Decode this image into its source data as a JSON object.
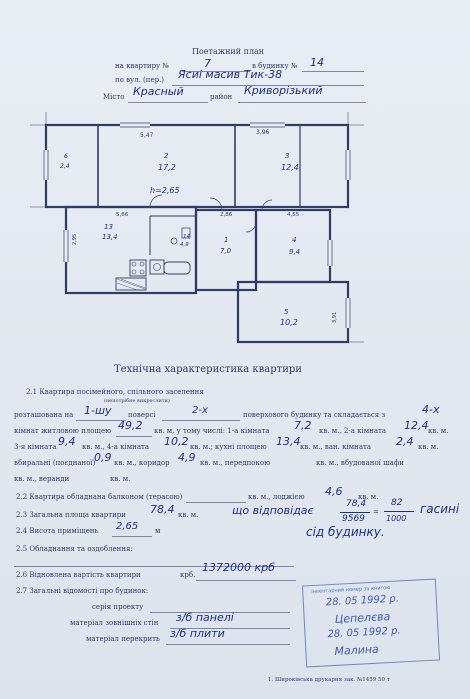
{
  "header": {
    "title": "Поетажний план",
    "apt_label": "на квартиру №",
    "apt_no": "7",
    "building_label": "в будинку №",
    "building_no": "14",
    "street_label": "по вул. (пер.)",
    "street_value": "Ясиі масив Тик-38",
    "city_label": "Місто",
    "city_value": "Красный",
    "district_label": "район",
    "district_value": "Криворізький"
  },
  "plan": {
    "rooms": [
      {
        "id": "1",
        "area": "7,0"
      },
      {
        "id": "2",
        "area": "17,2"
      },
      {
        "id": "3",
        "area": "12,4"
      },
      {
        "id": "4",
        "area": "9,4"
      },
      {
        "id": "5",
        "area": "10,2"
      },
      {
        "id": "6",
        "area": "2,4"
      },
      {
        "id": "13",
        "area": "13,4"
      },
      {
        "id": "14",
        "area": "4,9"
      }
    ],
    "dims": [
      "5,47",
      "3,96",
      "5,66",
      "2,86",
      "4,55",
      "2,95",
      "3,91"
    ],
    "ceiling_height": "h=2,65"
  },
  "tech": {
    "title": "Технічна характеристика квартири",
    "l21": "2.1 Квартира посімейного, спільного заселення",
    "l21_note": "(непотрібне викреслити)",
    "l_a1": "розташована на",
    "floor_value": "1-шу",
    "l_a2": "поверсі",
    "floors_total": "2-х",
    "l_a3": "поверхового будинку та складається з",
    "rooms_count": "4-х",
    "l_b1": "кімнат житловою площею",
    "living_area": "49,2",
    "l_b2": "кв. м, у тому числі: 1-а кімната",
    "r1_area": "7,2",
    "l_b3": "кв. м., 2-а кімната",
    "r2_area": "12,4",
    "l_b4": "кв. м.",
    "l_c1": "3-я кімната",
    "r3_area": "9,4",
    "l_c2": "кв. м., 4-а кімната",
    "r4_area": "10,2",
    "l_c3": "кв. м.; кухні площею",
    "kitchen_area": "13,4",
    "l_c4": "кв. м., ван. кімната",
    "bath_area": "2,4",
    "l_c5": "кв. м.",
    "l_d1": "вбиральні (поєднаної)",
    "wc_area": "0,9",
    "l_d2": "кв. м., коридор",
    "corridor_area": "4,9",
    "l_d3": "кв. м., передпокою",
    "l_d4": "кв. м., вбудованої шафи",
    "l_e1": "кв. м., веранди",
    "l_e2": "кв. м.",
    "l22": "2.2 Квартира обладнана балконом (терасою)",
    "l22_b": "кв. м., лоджією",
    "loggia_area": "4,6",
    "l22_c": "кв. м.",
    "l23": "2.3 Загальна площа квартири",
    "total_area": "78,4",
    "l23_b": "кв. м.",
    "hw_corresponds": "що відповідає",
    "fraction_1": "78,4",
    "fraction_2": "82",
    "fraction_3": "9569",
    "fraction_4": "1000",
    "hw_gasyni": "гасині",
    "l24": "2.4 Висота приміщень",
    "room_height": "2,65",
    "l24_b": "м",
    "hw_building": "сід будинку.",
    "l25": "2.5 Обладнання та оздоблення:",
    "l26": "2.6 Відновлена вартість квартири",
    "cost": "1372000 крб",
    "l26_b": "крб.",
    "l27": "2.7 Загальні відомості про будинок:",
    "l27_series": "серія проекту",
    "l27_walls": "матеріал зовнішніх стін",
    "walls_value": "з/б панелі",
    "l27_floors": "матеріал перекрить",
    "floors_value": "з/б плити"
  },
  "stamp": {
    "header": "Інвентарний номер за книгою",
    "date1": "28. 05 1992 р.",
    "name1": "Цепелєва",
    "date2": "28. 05 1992 р.",
    "name2": "Малина"
  },
  "footer": {
    "printer": "1. Широківська друкарня зак. №1459 50 т"
  }
}
